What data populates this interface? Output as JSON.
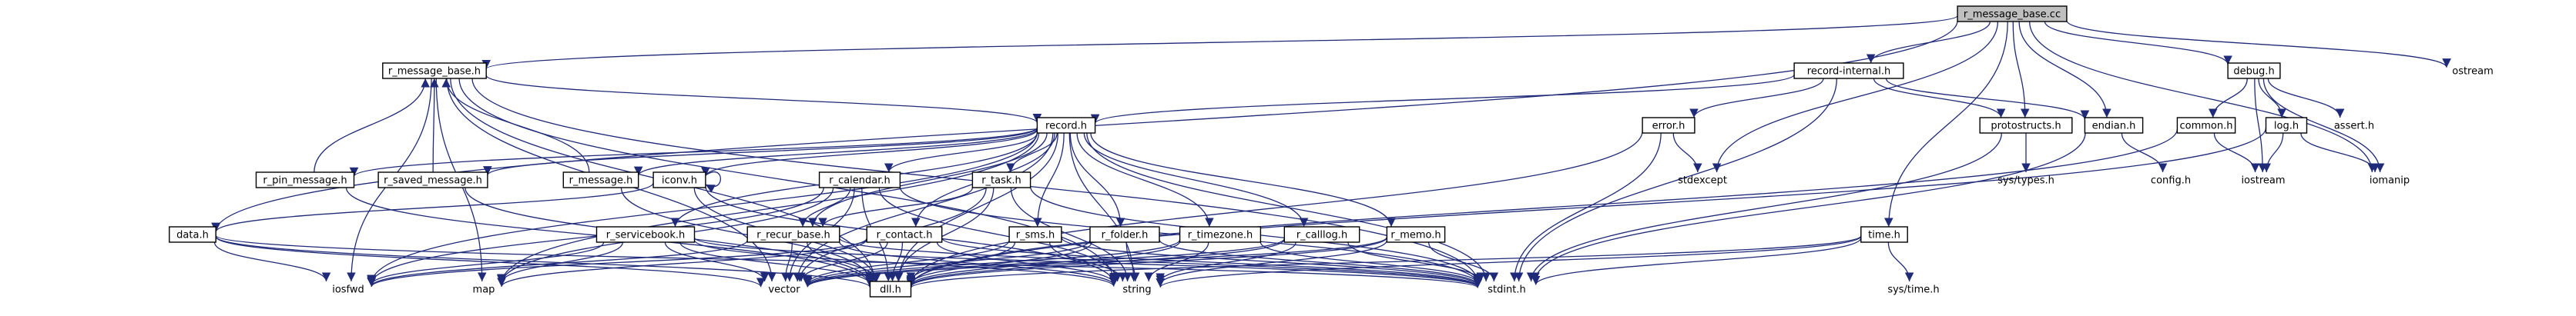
{
  "diagram": {
    "root": "r_message_base.cc",
    "nodes": [
      {
        "id": "r_message_base_cc",
        "label": "r_message_base.cc",
        "kind": "root"
      },
      {
        "id": "r_message_base_h",
        "label": "r_message_base.h",
        "kind": "box"
      },
      {
        "id": "record_internal_h",
        "label": "record-internal.h",
        "kind": "box"
      },
      {
        "id": "debug_h",
        "label": "debug.h",
        "kind": "box"
      },
      {
        "id": "ostream",
        "label": "ostream",
        "kind": "leaf"
      },
      {
        "id": "record_h",
        "label": "record.h",
        "kind": "box"
      },
      {
        "id": "error_h",
        "label": "error.h",
        "kind": "box"
      },
      {
        "id": "protostructs_h",
        "label": "protostructs.h",
        "kind": "box"
      },
      {
        "id": "endian_h",
        "label": "endian.h",
        "kind": "box"
      },
      {
        "id": "common_h",
        "label": "common.h",
        "kind": "box"
      },
      {
        "id": "log_h",
        "label": "log.h",
        "kind": "box"
      },
      {
        "id": "assert_h",
        "label": "assert.h",
        "kind": "leaf"
      },
      {
        "id": "r_pin_message_h",
        "label": "r_pin_message.h",
        "kind": "box"
      },
      {
        "id": "r_saved_message_h",
        "label": "r_saved_message.h",
        "kind": "box"
      },
      {
        "id": "r_message_h",
        "label": "r_message.h",
        "kind": "box"
      },
      {
        "id": "iconv_h",
        "label": "iconv.h",
        "kind": "box"
      },
      {
        "id": "r_calendar_h",
        "label": "r_calendar.h",
        "kind": "box"
      },
      {
        "id": "r_task_h",
        "label": "r_task.h",
        "kind": "box"
      },
      {
        "id": "stdexcept",
        "label": "stdexcept",
        "kind": "leaf"
      },
      {
        "id": "config_h",
        "label": "config.h",
        "kind": "leaf"
      },
      {
        "id": "iostream",
        "label": "iostream",
        "kind": "leaf"
      },
      {
        "id": "iomanip",
        "label": "iomanip",
        "kind": "leaf"
      },
      {
        "id": "sys_types_h",
        "label": "sys/types.h",
        "kind": "leaf"
      },
      {
        "id": "data_h",
        "label": "data.h",
        "kind": "box"
      },
      {
        "id": "r_servicebook_h",
        "label": "r_servicebook.h",
        "kind": "box"
      },
      {
        "id": "r_recur_base_h",
        "label": "r_recur_base.h",
        "kind": "box"
      },
      {
        "id": "r_contact_h",
        "label": "r_contact.h",
        "kind": "box"
      },
      {
        "id": "r_sms_h",
        "label": "r_sms.h",
        "kind": "box"
      },
      {
        "id": "r_folder_h",
        "label": "r_folder.h",
        "kind": "box"
      },
      {
        "id": "r_timezone_h",
        "label": "r_timezone.h",
        "kind": "box"
      },
      {
        "id": "r_calllog_h",
        "label": "r_calllog.h",
        "kind": "box"
      },
      {
        "id": "r_memo_h",
        "label": "r_memo.h",
        "kind": "box"
      },
      {
        "id": "time_h",
        "label": "time.h",
        "kind": "box"
      },
      {
        "id": "iosfwd",
        "label": "iosfwd",
        "kind": "leaf"
      },
      {
        "id": "map",
        "label": "map",
        "kind": "leaf"
      },
      {
        "id": "vector",
        "label": "vector",
        "kind": "leaf"
      },
      {
        "id": "dll_h",
        "label": "dll.h",
        "kind": "box"
      },
      {
        "id": "string",
        "label": "string",
        "kind": "leaf"
      },
      {
        "id": "stdint_h",
        "label": "stdint.h",
        "kind": "leaf"
      },
      {
        "id": "sys_time_h",
        "label": "sys/time.h",
        "kind": "leaf"
      }
    ],
    "edges": [
      [
        "r_message_base_cc",
        "r_message_base_h"
      ],
      [
        "r_message_base_cc",
        "record_internal_h"
      ],
      [
        "r_message_base_cc",
        "debug_h"
      ],
      [
        "r_message_base_cc",
        "ostream"
      ],
      [
        "r_message_base_cc",
        "protostructs_h"
      ],
      [
        "r_message_base_cc",
        "endian_h"
      ],
      [
        "r_message_base_cc",
        "stdexcept"
      ],
      [
        "r_message_base_cc",
        "time_h"
      ],
      [
        "r_message_base_cc",
        "iomanip"
      ],
      [
        "r_message_base_cc",
        "data_h"
      ],
      [
        "r_message_base_h",
        "record_h"
      ],
      [
        "r_message_base_h",
        "iosfwd"
      ],
      [
        "r_message_base_h",
        "vector"
      ],
      [
        "r_message_base_h",
        "map"
      ],
      [
        "r_message_base_h",
        "dll_h"
      ],
      [
        "r_message_base_h",
        "stdint_h"
      ],
      [
        "r_message_base_h",
        "string"
      ],
      [
        "record_internal_h",
        "record_h"
      ],
      [
        "record_internal_h",
        "error_h"
      ],
      [
        "record_internal_h",
        "protostructs_h"
      ],
      [
        "record_internal_h",
        "endian_h"
      ],
      [
        "record_internal_h",
        "stdint_h"
      ],
      [
        "debug_h",
        "common_h"
      ],
      [
        "debug_h",
        "log_h"
      ],
      [
        "debug_h",
        "assert_h"
      ],
      [
        "debug_h",
        "iostream"
      ],
      [
        "debug_h",
        "iomanip"
      ],
      [
        "common_h",
        "iostream"
      ],
      [
        "common_h",
        "dll_h"
      ],
      [
        "log_h",
        "iomanip"
      ],
      [
        "log_h",
        "iostream"
      ],
      [
        "log_h",
        "dll_h"
      ],
      [
        "error_h",
        "stdexcept"
      ],
      [
        "error_h",
        "dll_h"
      ],
      [
        "error_h",
        "stdint_h"
      ],
      [
        "protostructs_h",
        "sys_types_h"
      ],
      [
        "protostructs_h",
        "stdint_h"
      ],
      [
        "endian_h",
        "config_h"
      ],
      [
        "endian_h",
        "stdint_h"
      ],
      [
        "record_h",
        "r_pin_message_h"
      ],
      [
        "record_h",
        "r_saved_message_h"
      ],
      [
        "record_h",
        "r_message_h"
      ],
      [
        "record_h",
        "iconv_h"
      ],
      [
        "record_h",
        "r_calendar_h"
      ],
      [
        "record_h",
        "r_task_h"
      ],
      [
        "record_h",
        "r_servicebook_h"
      ],
      [
        "record_h",
        "r_recur_base_h"
      ],
      [
        "record_h",
        "r_contact_h"
      ],
      [
        "record_h",
        "r_sms_h"
      ],
      [
        "record_h",
        "r_folder_h"
      ],
      [
        "record_h",
        "r_timezone_h"
      ],
      [
        "record_h",
        "r_calllog_h"
      ],
      [
        "record_h",
        "r_memo_h"
      ],
      [
        "record_h",
        "iosfwd"
      ],
      [
        "record_h",
        "vector"
      ],
      [
        "record_h",
        "map"
      ],
      [
        "record_h",
        "dll_h"
      ],
      [
        "record_h",
        "stdint_h"
      ],
      [
        "record_h",
        "string"
      ],
      [
        "r_pin_message_h",
        "r_message_base_h"
      ],
      [
        "r_saved_message_h",
        "r_message_base_h"
      ],
      [
        "r_message_h",
        "r_message_base_h"
      ],
      [
        "r_pin_message_h",
        "dll_h"
      ],
      [
        "r_saved_message_h",
        "dll_h"
      ],
      [
        "r_message_h",
        "dll_h"
      ],
      [
        "iconv_h",
        "iconv_h"
      ],
      [
        "iconv_h",
        "data_h"
      ],
      [
        "iconv_h",
        "dll_h"
      ],
      [
        "iconv_h",
        "string"
      ],
      [
        "r_calendar_h",
        "r_recur_base_h"
      ],
      [
        "r_calendar_h",
        "iosfwd"
      ],
      [
        "r_calendar_h",
        "vector"
      ],
      [
        "r_calendar_h",
        "map"
      ],
      [
        "r_calendar_h",
        "dll_h"
      ],
      [
        "r_calendar_h",
        "stdint_h"
      ],
      [
        "r_calendar_h",
        "string"
      ],
      [
        "r_task_h",
        "r_recur_base_h"
      ],
      [
        "r_task_h",
        "vector"
      ],
      [
        "r_task_h",
        "dll_h"
      ],
      [
        "r_task_h",
        "string"
      ],
      [
        "r_task_h",
        "stdint_h"
      ],
      [
        "r_servicebook_h",
        "iosfwd"
      ],
      [
        "r_servicebook_h",
        "vector"
      ],
      [
        "r_servicebook_h",
        "map"
      ],
      [
        "r_servicebook_h",
        "dll_h"
      ],
      [
        "r_servicebook_h",
        "stdint_h"
      ],
      [
        "r_servicebook_h",
        "string"
      ],
      [
        "r_recur_base_h",
        "iosfwd"
      ],
      [
        "r_recur_base_h",
        "vector"
      ],
      [
        "r_recur_base_h",
        "dll_h"
      ],
      [
        "r_recur_base_h",
        "stdint_h"
      ],
      [
        "r_recur_base_h",
        "string"
      ],
      [
        "r_contact_h",
        "iosfwd"
      ],
      [
        "r_contact_h",
        "vector"
      ],
      [
        "r_contact_h",
        "map"
      ],
      [
        "r_contact_h",
        "dll_h"
      ],
      [
        "r_contact_h",
        "stdint_h"
      ],
      [
        "r_contact_h",
        "string"
      ],
      [
        "r_sms_h",
        "vector"
      ],
      [
        "r_sms_h",
        "dll_h"
      ],
      [
        "r_sms_h",
        "string"
      ],
      [
        "r_sms_h",
        "stdint_h"
      ],
      [
        "r_folder_h",
        "vector"
      ],
      [
        "r_folder_h",
        "dll_h"
      ],
      [
        "r_folder_h",
        "string"
      ],
      [
        "r_folder_h",
        "stdint_h"
      ],
      [
        "r_timezone_h",
        "vector"
      ],
      [
        "r_timezone_h",
        "dll_h"
      ],
      [
        "r_timezone_h",
        "string"
      ],
      [
        "r_timezone_h",
        "stdint_h"
      ],
      [
        "r_calllog_h",
        "vector"
      ],
      [
        "r_calllog_h",
        "dll_h"
      ],
      [
        "r_calllog_h",
        "string"
      ],
      [
        "r_calllog_h",
        "stdint_h"
      ],
      [
        "r_memo_h",
        "vector"
      ],
      [
        "r_memo_h",
        "dll_h"
      ],
      [
        "r_memo_h",
        "string"
      ],
      [
        "r_memo_h",
        "stdint_h"
      ],
      [
        "data_h",
        "iosfwd"
      ],
      [
        "data_h",
        "vector"
      ],
      [
        "data_h",
        "dll_h"
      ],
      [
        "data_h",
        "stdint_h"
      ],
      [
        "time_h",
        "sys_time_h"
      ],
      [
        "time_h",
        "dll_h"
      ],
      [
        "time_h",
        "stdint_h"
      ],
      [
        "time_h",
        "string"
      ]
    ]
  }
}
